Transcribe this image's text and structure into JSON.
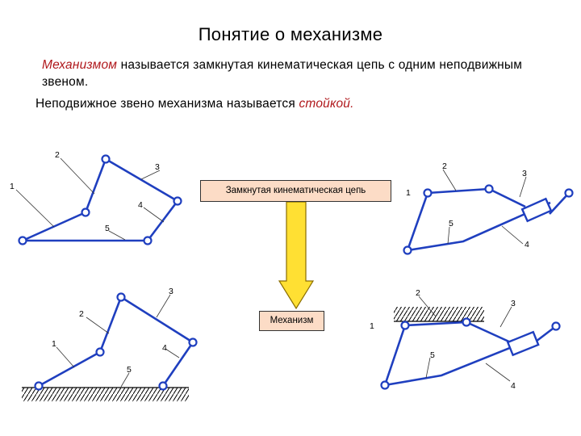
{
  "title": "Понятие о механизме",
  "definition": {
    "term": "Механизмом",
    "rest": " называется замкнутая кинематическая цепь с одним неподвижным звеном."
  },
  "stand": {
    "prefix": "Неподвижное звено механизма называется ",
    "term": "стойкой."
  },
  "boxes": {
    "closed_chain": "Замкнутая кинематическая цепь",
    "mechanism": "Механизм"
  },
  "colors": {
    "link": "#1f3fbf",
    "term": "#b0171b",
    "box_fill": "#fcdcc6",
    "arrow_fill": "#ffe033",
    "arrow_stroke": "#8a6d00"
  },
  "labels": {
    "n1": "1",
    "n2": "2",
    "n3": "3",
    "n4": "4",
    "n5": "5"
  }
}
